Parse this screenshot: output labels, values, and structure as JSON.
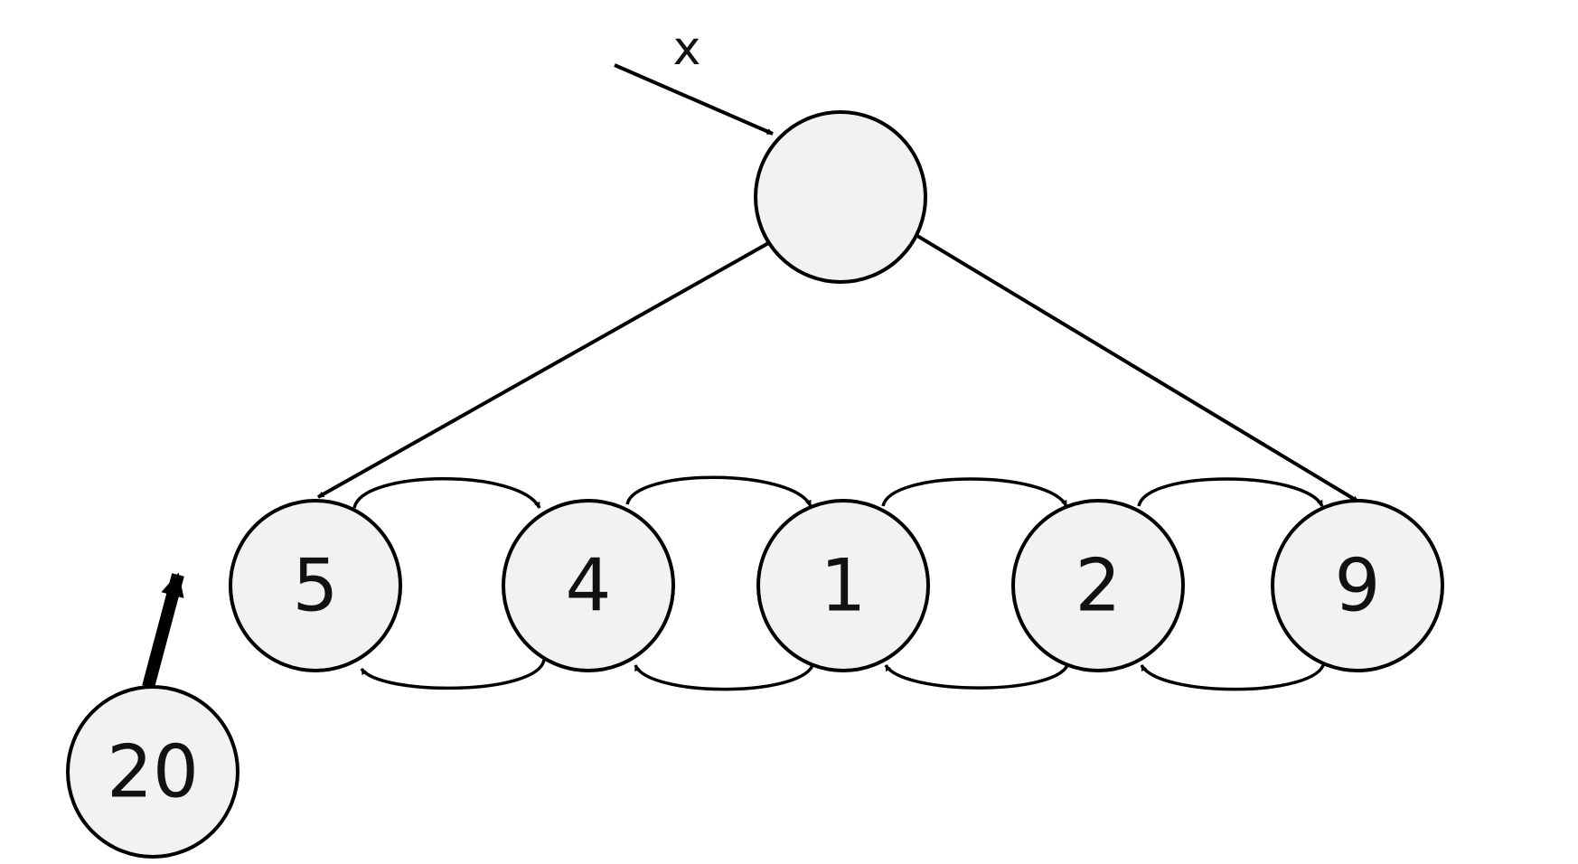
{
  "diagram": {
    "pointer_label": "x",
    "parent_label": "",
    "children": [
      "5",
      "4",
      "1",
      "2",
      "9"
    ],
    "new_node_label": "20"
  },
  "colors": {
    "node_fill": "#f2f2f2",
    "stroke": "#000000"
  }
}
